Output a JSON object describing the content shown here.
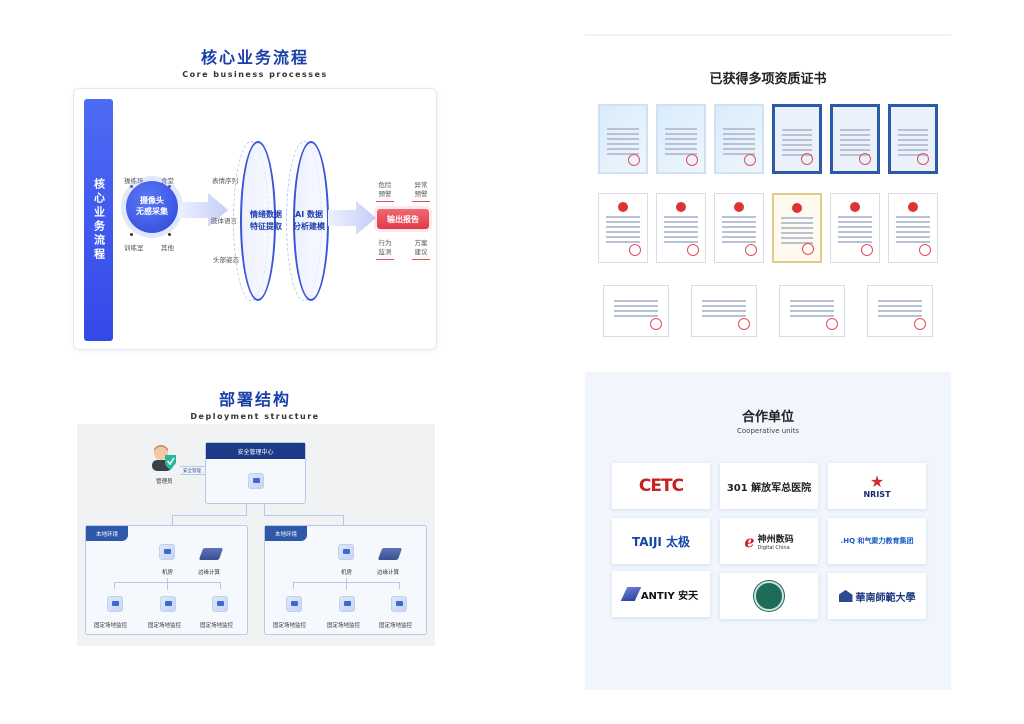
{
  "core": {
    "title": "核心业务流程",
    "subtitle": "Core business processes",
    "sidebar_label": "核心业务流程",
    "sources": [
      "操练场",
      "食堂",
      "训练室",
      "其他"
    ],
    "camera": {
      "line1": "摄像头",
      "line2": "无感采集"
    },
    "features": [
      "表情序列",
      "肢体语言",
      "头部姿态"
    ],
    "stage1": {
      "line1": "情绪数据",
      "line2": "特征提取"
    },
    "stage2": {
      "line1": "AI 数据",
      "line2": "分析建模"
    },
    "report_button": "输出报告",
    "outputs_top": [
      {
        "l1": "危险",
        "l2": "预警"
      },
      {
        "l1": "异常",
        "l2": "预警"
      }
    ],
    "outputs_bottom": [
      {
        "l1": "行为",
        "l2": "监测"
      },
      {
        "l1": "方案",
        "l2": "建议"
      }
    ],
    "colors": {
      "accent": "#3548e8",
      "report": "#e03a48"
    }
  },
  "deploy": {
    "title": "部署结构",
    "subtitle": "Deployment structure",
    "admin_label": "管理员",
    "link_label": "安全管理",
    "center_title": "安全管理中心",
    "environments": [
      {
        "tag": "本地环境",
        "room": "机房",
        "edge": "边缘计算",
        "monitors": [
          "固定场地监控",
          "固定场地监控",
          "固定场地监控"
        ]
      },
      {
        "tag": "本地环境",
        "room": "机房",
        "edge": "边缘计算",
        "monitors": [
          "固定场地监控",
          "固定场地监控",
          "固定场地监控"
        ]
      }
    ]
  },
  "certs": {
    "title": "已获得多项资质证书",
    "rows": [
      [
        "blue",
        "blue",
        "blue",
        "navy",
        "navy",
        "navy"
      ],
      [
        "plain",
        "plain",
        "plain",
        "gold",
        "plain",
        "plain"
      ],
      [
        "wide",
        "wide",
        "wide",
        "wide"
      ]
    ]
  },
  "partners": {
    "title": "合作单位",
    "subtitle": "Cooperative units",
    "items": [
      {
        "name": "CETC",
        "text": "CETC"
      },
      {
        "name": "301",
        "text": "301 解放军总医院"
      },
      {
        "name": "NRIST",
        "text": "NRIST"
      },
      {
        "name": "TAIJI",
        "text": "TAIJI 太极"
      },
      {
        "name": "DigitalChina",
        "text": "神州数码",
        "sub": "Digital China"
      },
      {
        "name": "HQ",
        "text": ".HQ 和气聚力教育集团"
      },
      {
        "name": "ANTIY",
        "text": "ANTIY 安天"
      },
      {
        "name": "University",
        "text": ""
      },
      {
        "name": "SCNU",
        "text": "華南師範大學"
      }
    ]
  }
}
